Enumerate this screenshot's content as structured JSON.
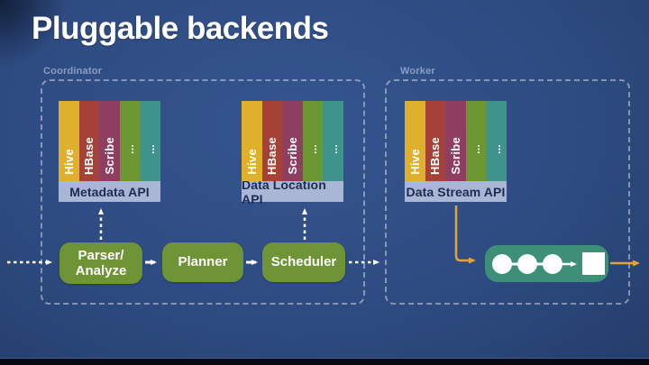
{
  "title": "Pluggable backends",
  "regions": {
    "coordinator": {
      "label": "Coordinator"
    },
    "worker": {
      "label": "Worker"
    }
  },
  "colors": {
    "background_blue": "#2e4c82",
    "process_green": "#6e9435",
    "pipeline_teal": "#3d8f78",
    "arrow_orange": "#e2a23c",
    "arrow_white": "#ffffff",
    "api_label_bg": "#a9b6d6",
    "api_label_text": "#1d2c50"
  },
  "stacks": [
    {
      "api_label": "Metadata API",
      "backends": [
        {
          "label": "Hive",
          "color": "#dfb02c"
        },
        {
          "label": "HBase",
          "color": "#a64138"
        },
        {
          "label": "Scribe",
          "color": "#8e3f61"
        },
        {
          "label": "...",
          "color": "#6d9733"
        },
        {
          "label": "...",
          "color": "#3e948b"
        }
      ]
    },
    {
      "api_label": "Data Location API",
      "backends": [
        {
          "label": "Hive",
          "color": "#dfb02c"
        },
        {
          "label": "HBase",
          "color": "#a64138"
        },
        {
          "label": "Scribe",
          "color": "#8e3f61"
        },
        {
          "label": "...",
          "color": "#6d9733"
        },
        {
          "label": "...",
          "color": "#3e948b"
        }
      ]
    },
    {
      "api_label": "Data Stream API",
      "backends": [
        {
          "label": "Hive",
          "color": "#dfb02c"
        },
        {
          "label": "HBase",
          "color": "#a64138"
        },
        {
          "label": "Scribe",
          "color": "#8e3f61"
        },
        {
          "label": "...",
          "color": "#6d9733"
        },
        {
          "label": "...",
          "color": "#3e948b"
        }
      ]
    }
  ],
  "process_boxes": [
    {
      "label": "Parser/\nAnalyze"
    },
    {
      "label": "Planner"
    },
    {
      "label": "Scheduler"
    }
  ]
}
